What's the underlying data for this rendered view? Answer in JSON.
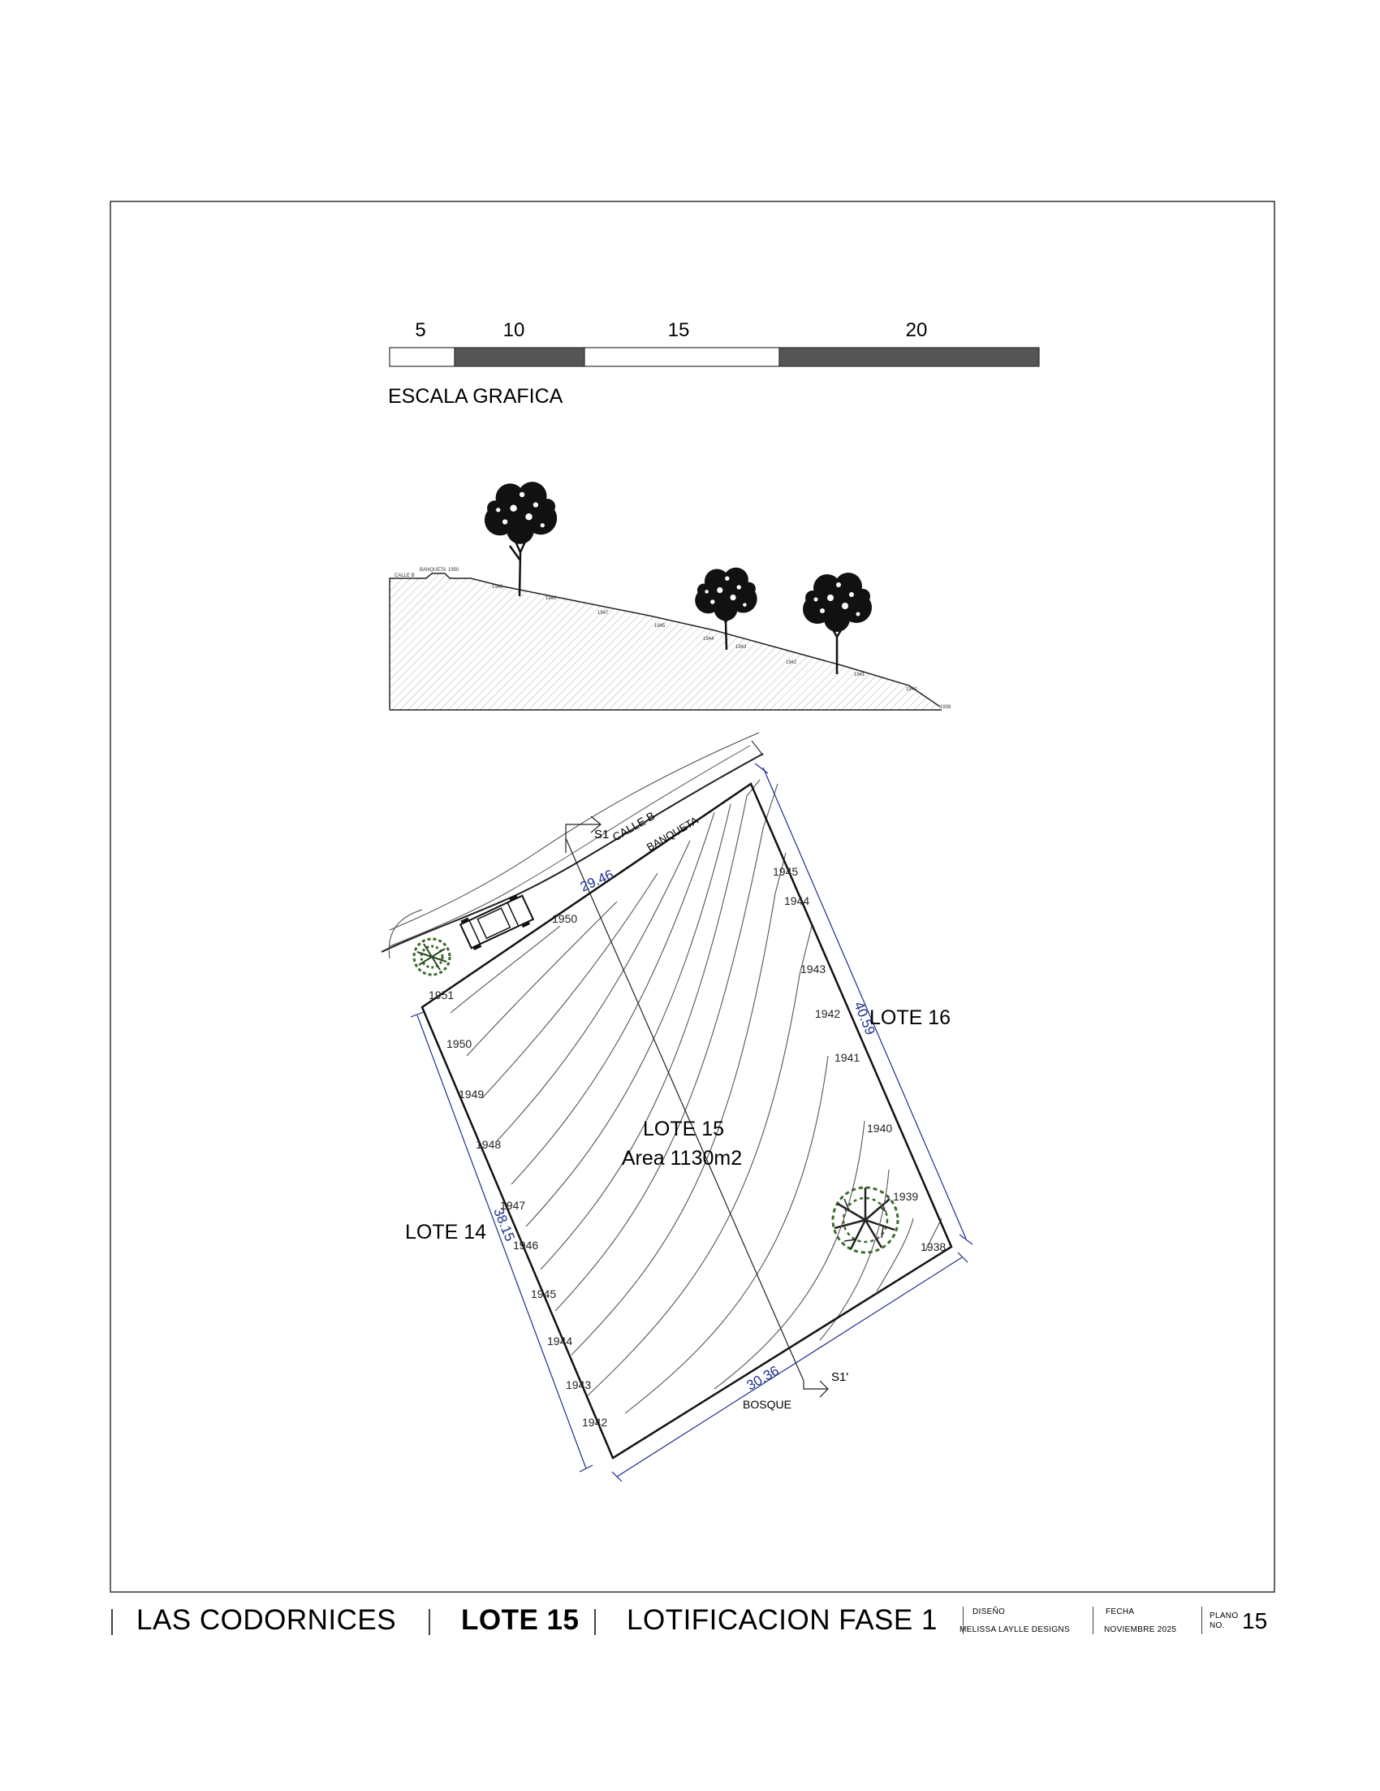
{
  "scale_bar": {
    "numbers": [
      "5",
      "10",
      "15",
      "20"
    ],
    "label": "ESCALA GRAFICA"
  },
  "section": {
    "labels": [
      "CALLE B",
      "BANQUETA",
      "1950",
      "1948",
      "1946",
      "1947",
      "1945",
      "1944",
      "1943",
      "1942",
      "1941",
      "1940",
      "1938"
    ]
  },
  "plan": {
    "street": "CALLE B",
    "sidewalk": "BANQUETA",
    "section_start": "S1",
    "section_end": "S1'",
    "lot_name": "LOTE 15",
    "lot_area": "Area 1130m2",
    "neighbor_left": "LOTE 14",
    "neighbor_right": "LOTE 16",
    "forest": "BOSQUE",
    "dim_front": "29.46",
    "dim_right": "40.59",
    "dim_left": "38.15",
    "dim_back": "30.36",
    "contour_labels_left": [
      "1951",
      "1950",
      "1949",
      "1948",
      "1947",
      "1946",
      "1945",
      "1944",
      "1943",
      "1942"
    ],
    "contour_labels_right": [
      "1945",
      "1944",
      "1943",
      "1942",
      "1941",
      "1940",
      "1939",
      "1938"
    ],
    "contour_label_top": "1950"
  },
  "title_block": {
    "project": "LAS CODORNICES",
    "lot": "LOTE 15",
    "phase": "LOTIFICACION FASE 1",
    "design_label": "DISEÑO",
    "designer": "MELISSA LAYLLE DESIGNS",
    "date_label": "FECHA",
    "date": "NOVIEMBRE 2025",
    "sheet_label_1": "PLANO",
    "sheet_label_2": "NO.",
    "sheet_number": "15"
  },
  "colors": {
    "dimension_blue": "#1d2f8a",
    "tree_green": "#3a6a2c",
    "scale_dark": "#555555"
  }
}
